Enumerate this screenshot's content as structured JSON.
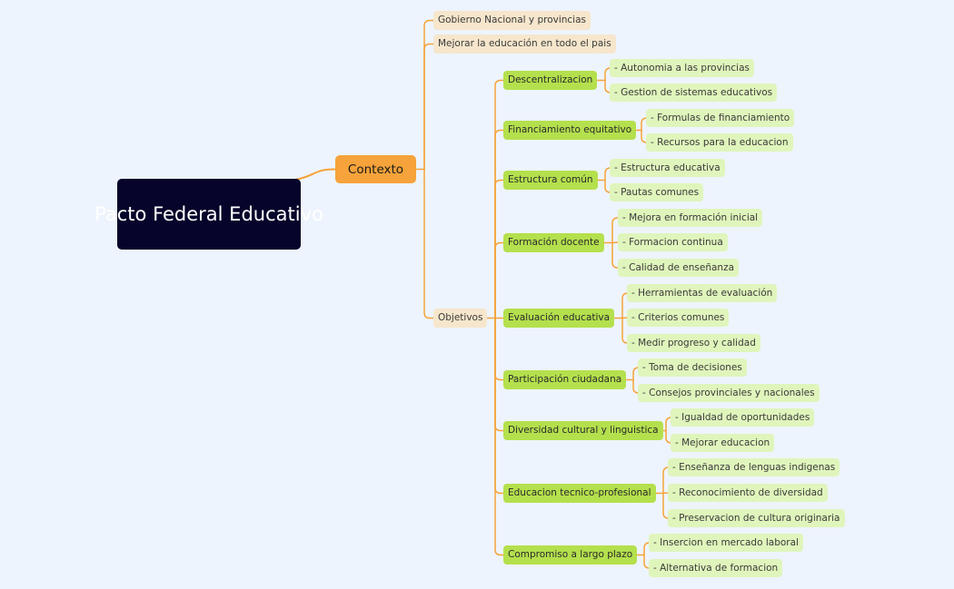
{
  "root": "Pacto Federal Educativo",
  "contexto": {
    "label": "Contexto",
    "items": [
      "Gobierno Nacional y provincias",
      "Mejorar la educación en todo el pais"
    ],
    "objetivos": {
      "label": "Objetivos",
      "branches": [
        {
          "label": "Descentralizacion",
          "children": [
            "- Autonomia a las provincias",
            "- Gestion de sistemas educativos"
          ]
        },
        {
          "label": "Financiamiento equitativo",
          "children": [
            "- Formulas de financiamiento",
            "- Recursos para la educacion"
          ]
        },
        {
          "label": "Estructura común",
          "children": [
            "- Estructura educativa",
            "- Pautas comunes"
          ]
        },
        {
          "label": "Formación docente",
          "children": [
            "- Mejora en formación inicial",
            "- Formacion continua",
            "- Calidad de enseñanza"
          ]
        },
        {
          "label": "Evaluación educativa",
          "children": [
            "- Herramientas de evaluación",
            "- Criterios comunes",
            "- Medir progreso y calidad"
          ]
        },
        {
          "label": "Participación ciudadana",
          "children": [
            "- Toma de decisiones",
            "- Consejos provinciales y nacionales"
          ]
        },
        {
          "label": "Diversidad cultural y linguistica",
          "children": [
            "- Igualdad de oportunidades",
            "- Mejorar educacion"
          ]
        },
        {
          "label": "Educacion tecnico-profesional",
          "children": [
            "- Enseñanza de lenguas indigenas",
            "- Reconocimiento de diversidad",
            "- Preservacion de cultura originaria"
          ]
        },
        {
          "label": "Compromiso a largo plazo",
          "children": [
            "- Insercion en mercado laboral",
            "- Alternativa de formacion"
          ]
        }
      ]
    }
  },
  "colors": {
    "root_bg": "#06042a",
    "contexto_bg": "#f5a33a",
    "connector": "#f5a33a",
    "level2_bg": "#f6e6cc",
    "branch_bg": "#b4e04d",
    "leaf_bg": "#e0f5bc"
  }
}
